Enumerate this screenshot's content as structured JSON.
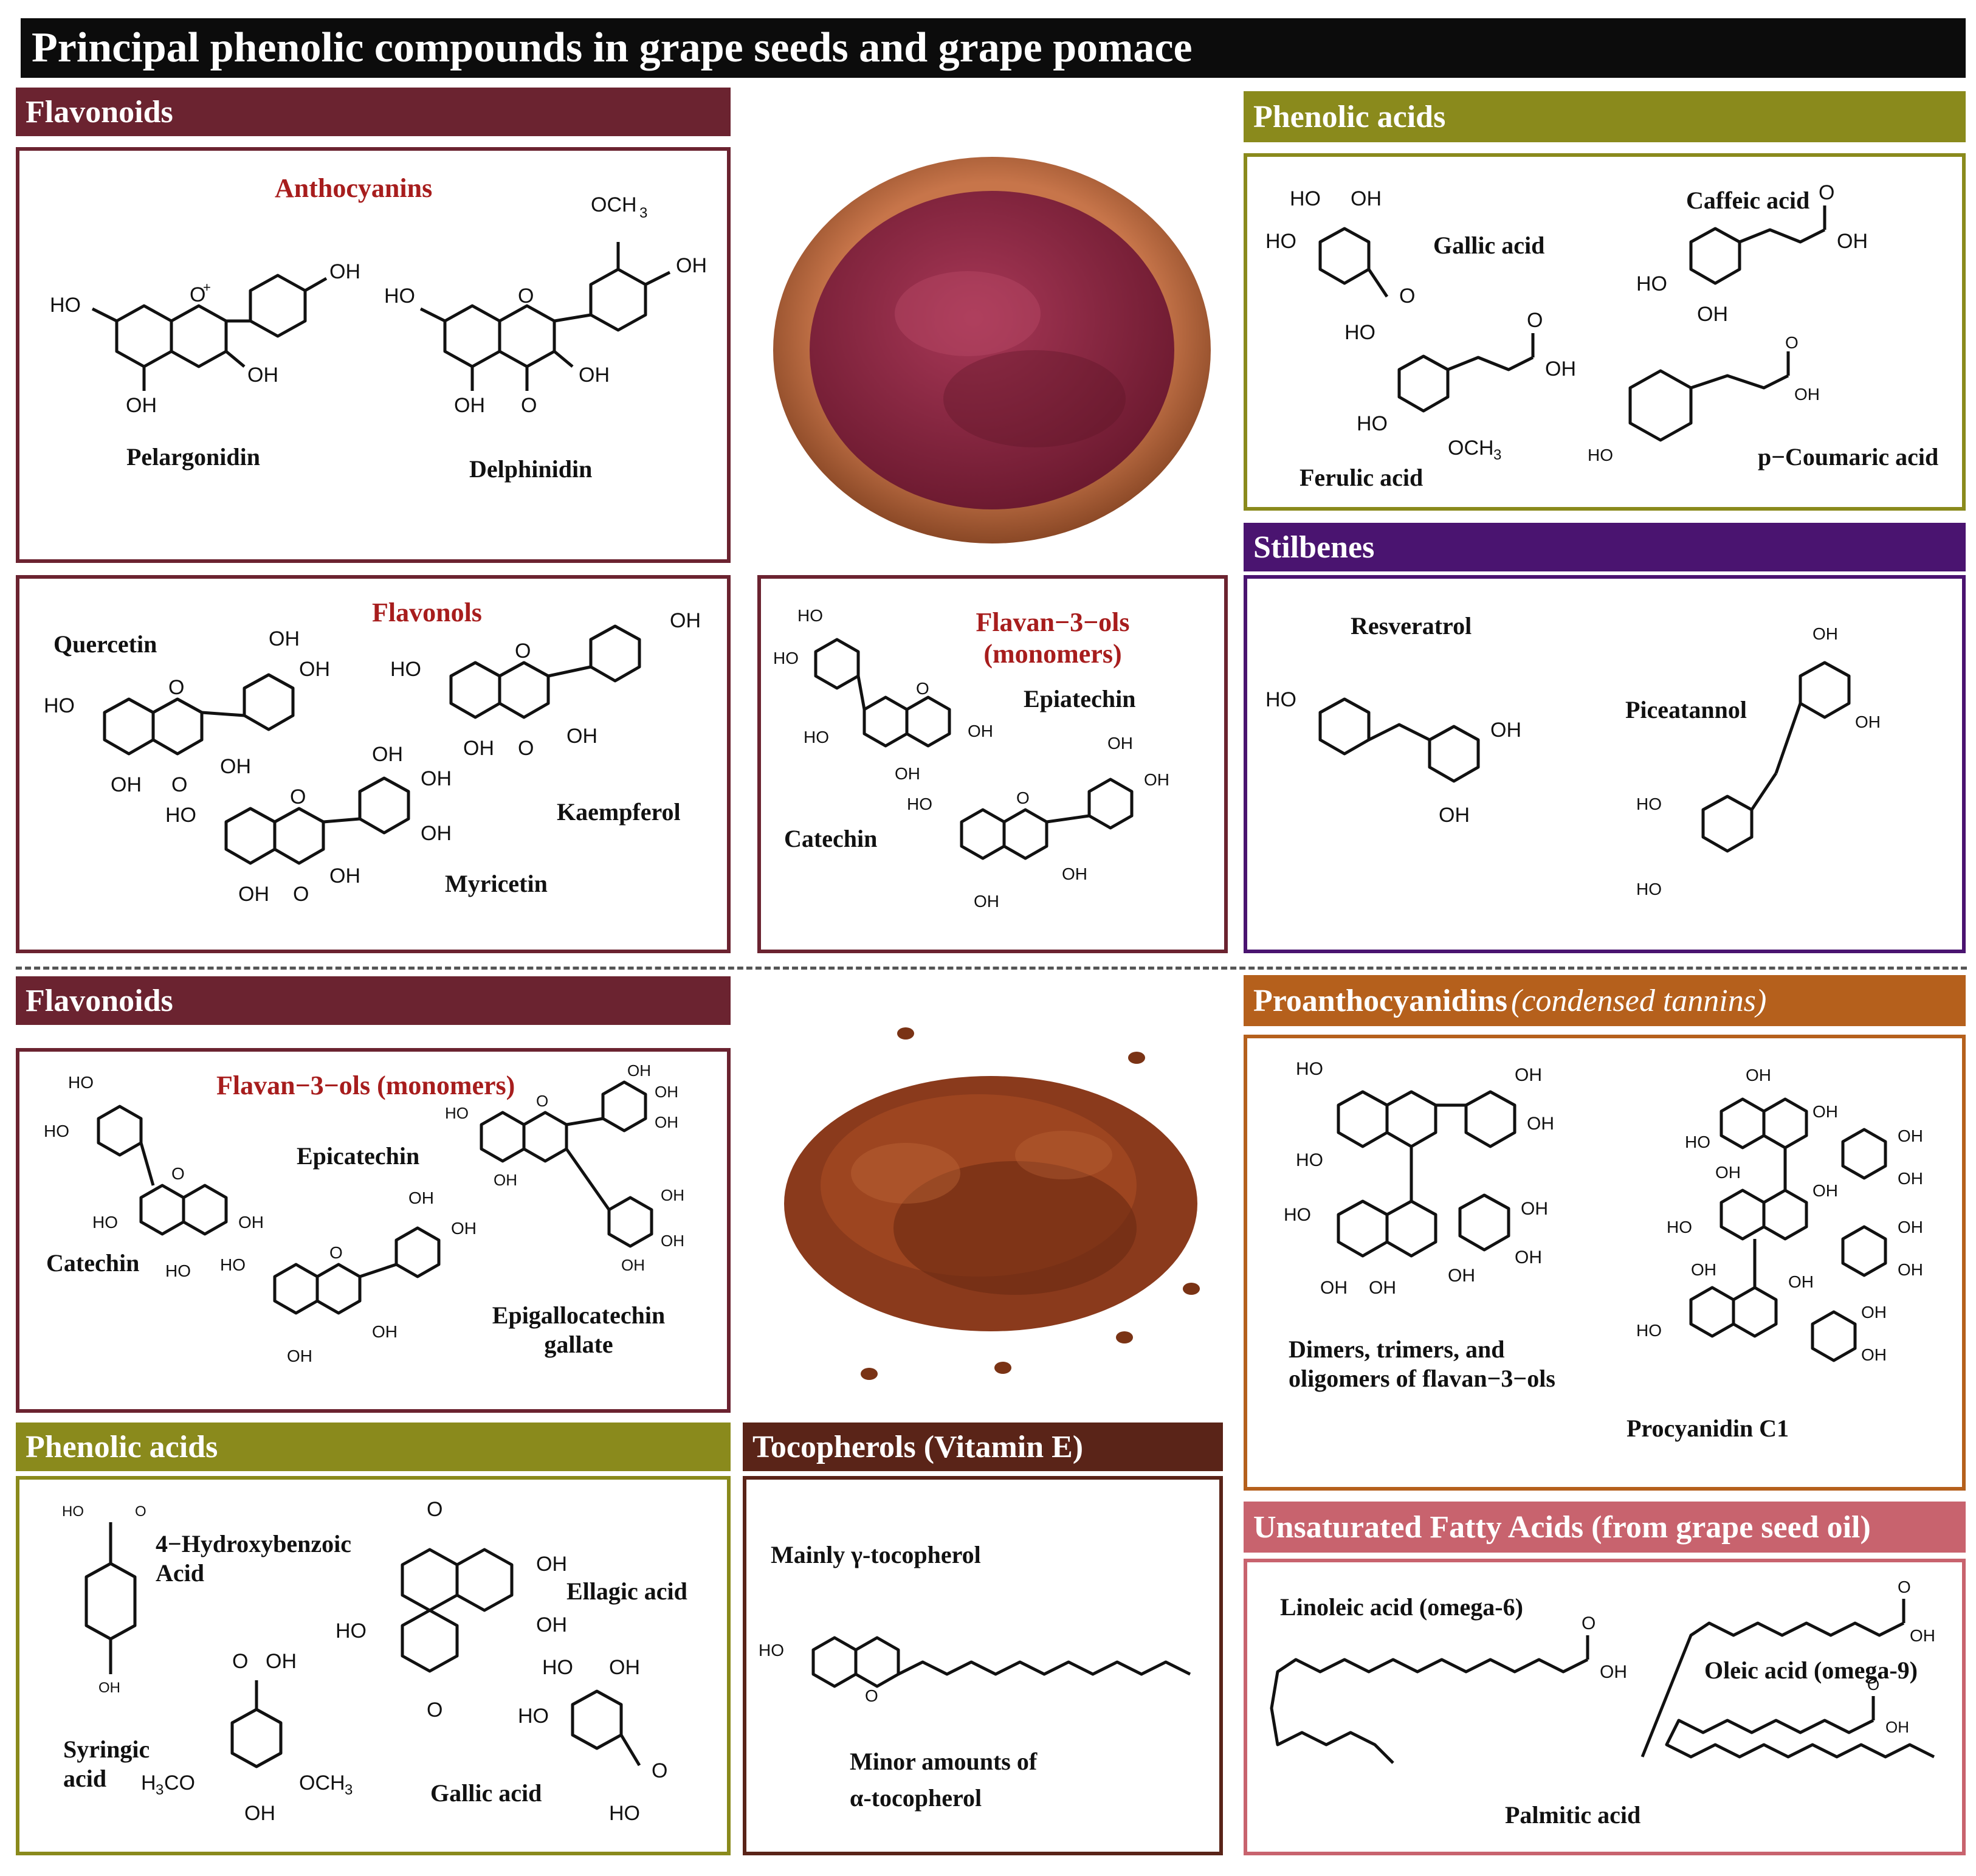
{
  "title": "Principal phenolic compounds in grape seeds and grape pomace",
  "colors": {
    "flavonoids": "#6b2330",
    "phenolic_acids": "#8a8a1c",
    "stilbenes": "#4a1470",
    "proanthocyanidins": "#b5601c",
    "tocopherols": "#5a2418",
    "fatty_acids": "#c8636e"
  },
  "pomace": {
    "flavonoids": {
      "header": "Flavonoids",
      "anthocyanins": {
        "label": "Anthocyanins",
        "compounds": [
          "Pelargonidin",
          "Delphinidin"
        ]
      },
      "flavonols": {
        "label": "Flavonols",
        "compounds": [
          "Quercetin",
          "Kaempferol",
          "Myricetin"
        ]
      },
      "flavan3ols": {
        "label": "Flavan−3−ols (monomers)",
        "compounds": [
          "Epiatechin",
          "Catechin"
        ]
      }
    },
    "phenolic_acids": {
      "header": "Phenolic acids",
      "compounds": [
        "Gallic acid",
        "Caffeic acid",
        "Ferulic acid",
        "p−Coumaric acid"
      ]
    },
    "stilbenes": {
      "header": "Stilbenes",
      "compounds": [
        "Resveratrol",
        "Piceatannol"
      ]
    }
  },
  "seeds": {
    "flavonoids": {
      "header": "Flavonoids",
      "flavan3ols": {
        "label": "Flavan−3−ols (monomers)",
        "compounds": [
          "Epicatechin",
          "Catechin",
          "Epigallocatechin gallate"
        ]
      }
    },
    "proanthocyanidins": {
      "header": "Proanthocyanidins",
      "header_note": "(condensed tannins)",
      "compounds": [
        "Dimers, trimers, and oligomers of flavan−3−ols",
        "Procyanidin C1"
      ]
    },
    "phenolic_acids": {
      "header": "Phenolic acids",
      "compounds": [
        "4−Hydroxybenzoic Acid",
        "Ellagic acid",
        "Syringic acid",
        "Gallic acid"
      ]
    },
    "tocopherols": {
      "header": "Tocopherols (Vitamin E)",
      "main": "Mainly γ-tocopherol",
      "minor": "Minor amounts of",
      "minor_compound": "α-tocopherol"
    },
    "fatty_acids": {
      "header": "Unsaturated Fatty Acids (from grape seed oil)",
      "compounds": [
        "Linoleic acid (omega-6)",
        "Oleic acid (omega-9)",
        "Palmitic acid"
      ]
    }
  },
  "atoms": {
    "OH": "OH",
    "HO": "HO",
    "O": "O",
    "Oplus": "O+",
    "OCH3": "OCH3",
    "H3CO": "H3CO"
  }
}
